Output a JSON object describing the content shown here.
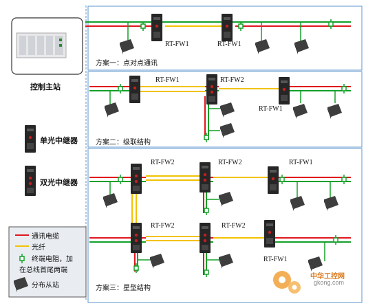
{
  "station": {
    "label": "控制主站"
  },
  "sidebar_legend": {
    "single_repeater": "单光中继器",
    "dual_repeater": "双光中继器"
  },
  "schemes": {
    "one": {
      "caption": "方案一：点对点通讯",
      "dev_a": "RT-FW1",
      "dev_b": "RT-FW1"
    },
    "two": {
      "caption": "方案二：级联结构",
      "dev_a": "RT-FW1",
      "dev_b": "RT-FW2",
      "dev_c": "RT-FW1"
    },
    "three": {
      "caption": "方案三：星型结构",
      "dev_a": "RT-FW2",
      "dev_b": "RT-FW2",
      "dev_c": "RT-FW1",
      "dev_d": "RT-FW2",
      "dev_e": "RT-FW2",
      "dev_f": "RT-FW1"
    }
  },
  "legend": {
    "cable": "通讯电缆",
    "fiber": "光纤",
    "terminator_l1": "终端电阻，加",
    "terminator_l2": "在总线首尾两端",
    "slave": "分布从站"
  },
  "watermark": {
    "cn": "中华工控网",
    "url": "gkong.com"
  },
  "colors": {
    "cable": "#e0161c",
    "fiber": "#f2c200",
    "bus": "#12a028",
    "border": "#5d94cc",
    "device": "#2a2a2a",
    "slave": "#4a4a4a"
  }
}
